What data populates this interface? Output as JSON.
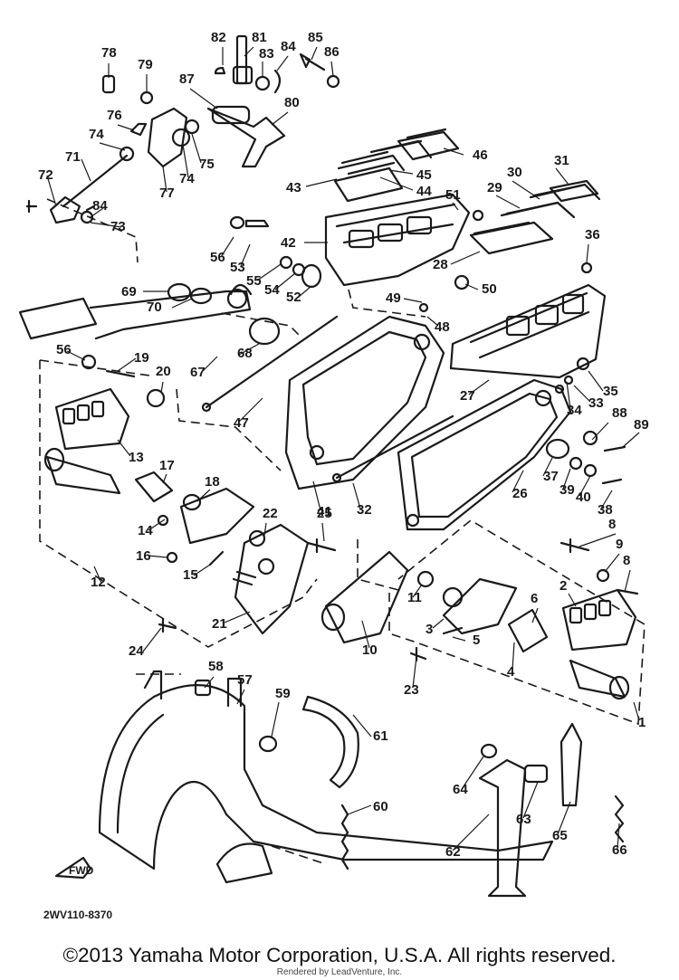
{
  "labels": [
    "78",
    "79",
    "82",
    "81",
    "83",
    "84",
    "85",
    "86",
    "87",
    "80",
    "76",
    "74",
    "75",
    "74",
    "77",
    "71",
    "72",
    "84",
    "73",
    "46",
    "31",
    "43",
    "45",
    "44",
    "51",
    "30",
    "29",
    "42",
    "56",
    "53",
    "55",
    "54",
    "52",
    "28",
    "36",
    "69",
    "70",
    "49",
    "48",
    "50",
    "56",
    "19",
    "20",
    "68",
    "67",
    "27",
    "35",
    "34",
    "33",
    "47",
    "13",
    "17",
    "18",
    "41",
    "32",
    "88",
    "89",
    "26",
    "37",
    "39",
    "40",
    "38",
    "22",
    "25",
    "14",
    "16",
    "15",
    "12",
    "8",
    "9",
    "8",
    "21",
    "11",
    "2",
    "6",
    "3",
    "5",
    "10",
    "4",
    "24",
    "23",
    "58",
    "57",
    "59",
    "61",
    "60",
    "64",
    "63",
    "65",
    "66",
    "62",
    "1"
  ],
  "diagram_code": "2WV110-8370",
  "fwd_label": "FWD",
  "copyright": "©2013 Yamaha Motor Corporation, U.S.A. All rights reserved.",
  "rendered_by": "Rendered by LeadVenture, Inc."
}
